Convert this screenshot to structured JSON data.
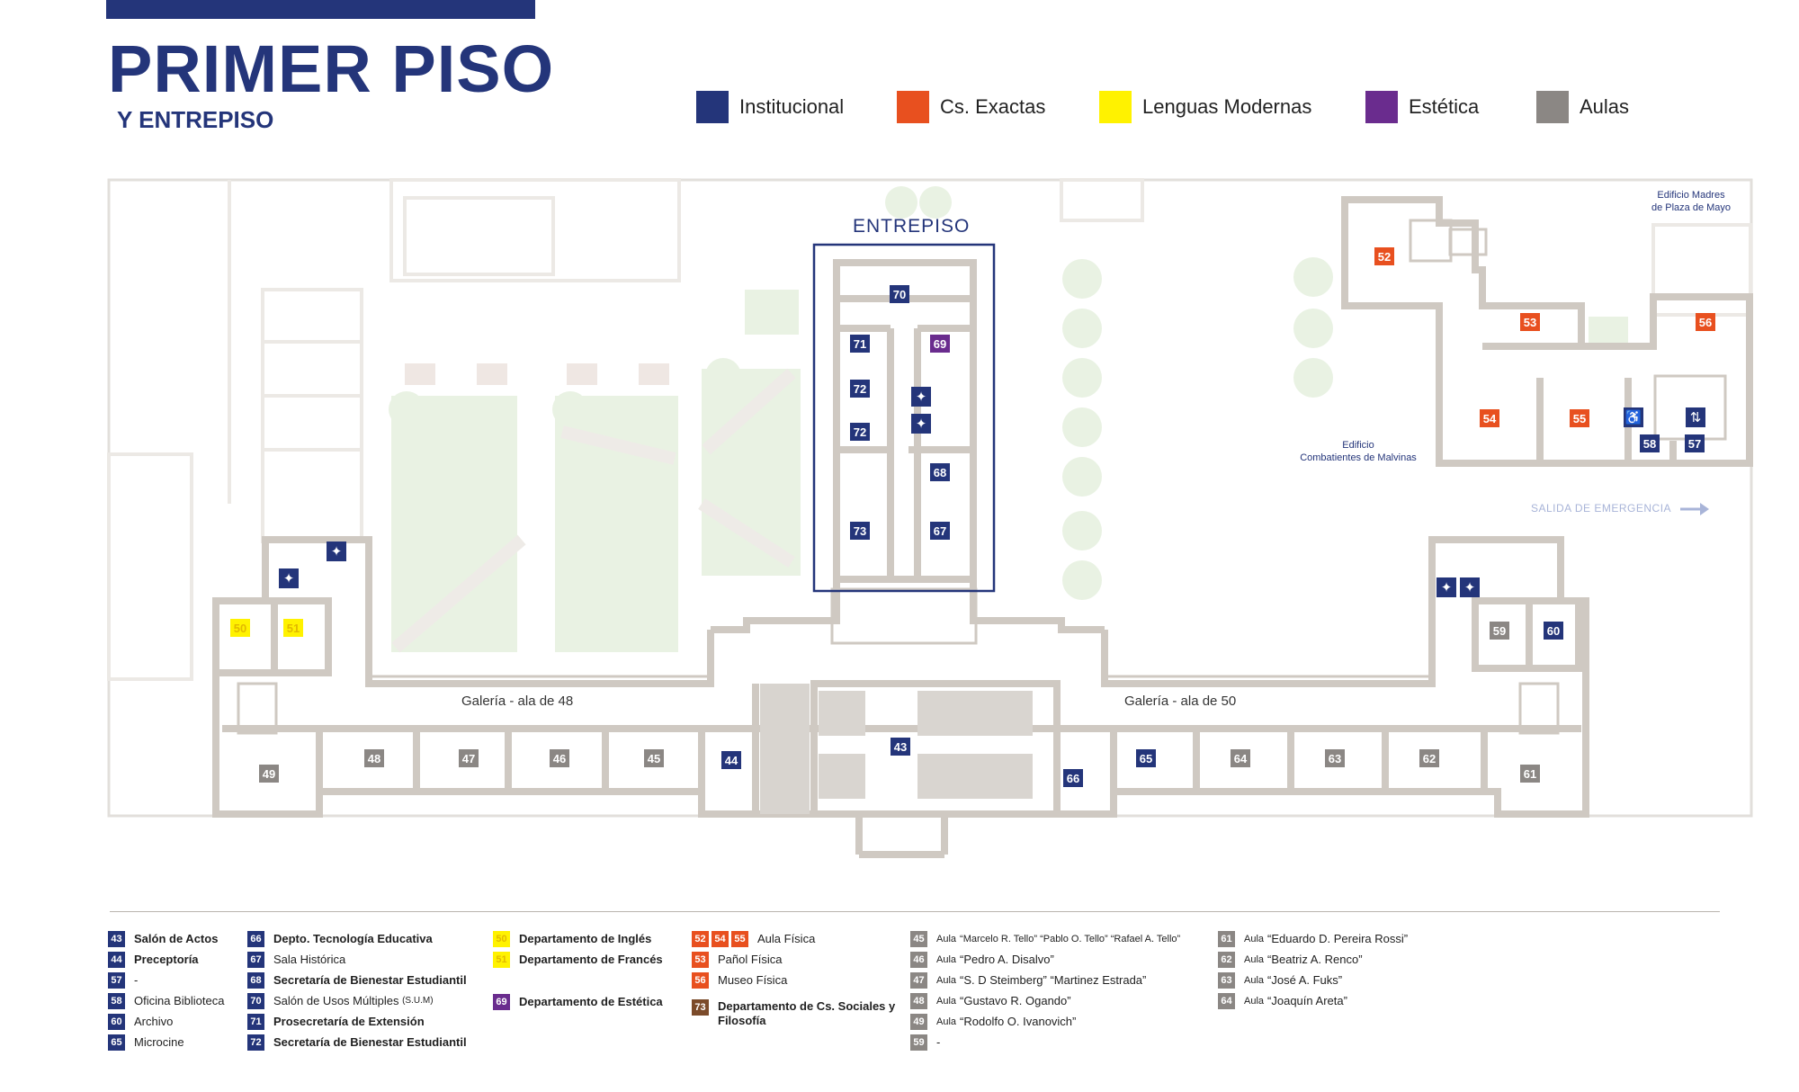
{
  "header": {
    "title": "PRIMER PISO",
    "subtitle": "Y ENTREPISO"
  },
  "legend_top": [
    {
      "label": "Institucional",
      "color": "#24357a"
    },
    {
      "label": "Cs. Exactas",
      "color": "#e8501f"
    },
    {
      "label": "Lenguas Modernas",
      "color": "#fff200"
    },
    {
      "label": "Estética",
      "color": "#6a2c8e"
    },
    {
      "label": "Aulas",
      "color": "#8b8784"
    }
  ],
  "map": {
    "entrepiso_label": "ENTREPISO",
    "gallery_48": "Galería - ala de 48",
    "gallery_50": "Galería - ala de 50",
    "edificio_madres_1": "Edificio Madres",
    "edificio_madres_2": "de Plaza de Mayo",
    "edificio_combatientes_1": "Edificio",
    "edificio_combatientes_2": "Combatientes de Malvinas",
    "salida": "SALIDA DE EMERGENCIA",
    "rooms": {
      "r43": "43",
      "r44": "44",
      "r45": "45",
      "r46": "46",
      "r47": "47",
      "r48": "48",
      "r49": "49",
      "r50": "50",
      "r51": "51",
      "r52": "52",
      "r53": "53",
      "r54": "54",
      "r55": "55",
      "r56": "56",
      "r57": "57",
      "r58": "58",
      "r59": "59",
      "r60": "60",
      "r61": "61",
      "r62": "62",
      "r63": "63",
      "r64": "64",
      "r65": "65",
      "r66": "66",
      "r67": "67",
      "r68": "68",
      "r69": "69",
      "r70": "70",
      "r71": "71",
      "r72a": "72",
      "r72b": "72",
      "r73": "73"
    },
    "icons": {
      "restroom": "restroom-icon",
      "accessible": "wheelchair-icon",
      "elevator": "elevator-icon",
      "exit_arrow": "arrow-right-icon"
    }
  },
  "legend_bottom": {
    "col1": [
      {
        "num": "43",
        "text": "Salón de Actos"
      },
      {
        "num": "44",
        "text": "Preceptoría"
      },
      {
        "num": "57",
        "text": "-"
      },
      {
        "num": "58",
        "text": "Oficina Biblioteca"
      },
      {
        "num": "60",
        "text": "Archivo"
      },
      {
        "num": "65",
        "text": "Microcine"
      }
    ],
    "col2": [
      {
        "num": "66",
        "text": "Depto. Tecnología Educativa"
      },
      {
        "num": "67",
        "text": "Sala Histórica"
      },
      {
        "num": "68",
        "text": "Secretaría de Bienestar Estudiantil"
      },
      {
        "num": "70",
        "text": "Salón de Usos Múltiples",
        "suffix": "(S.U.M)"
      },
      {
        "num": "71",
        "text": "Prosecretaría de Extensión"
      },
      {
        "num": "72",
        "text": "Secretaría de Bienestar Estudiantil"
      }
    ],
    "col3": [
      {
        "num": "50",
        "text": "Departamento de Inglés"
      },
      {
        "num": "51",
        "text": "Departamento de Francés"
      },
      {
        "num": "69",
        "text": "Departamento de Estética"
      }
    ],
    "col4": [
      {
        "nums": [
          "52",
          "54",
          "55"
        ],
        "text": "Aula Física"
      },
      {
        "num": "53",
        "text": "Pañol Física"
      },
      {
        "num": "56",
        "text": "Museo Física"
      },
      {
        "num": "73",
        "text": "Departamento de Cs. Sociales y Filosofía"
      }
    ],
    "aula_prefix": "Aula",
    "col5": [
      {
        "num": "45",
        "text": "“Marcelo R. Tello” “Pablo O. Tello” “Rafael A. Tello”"
      },
      {
        "num": "46",
        "text": "“Pedro A. Disalvo”"
      },
      {
        "num": "47",
        "text": "“S. D Steimberg” “Martinez Estrada”"
      },
      {
        "num": "48",
        "text": "“Gustavo R. Ogando”"
      },
      {
        "num": "49",
        "text": "“Rodolfo O. Ivanovich”"
      },
      {
        "num": "59",
        "text": "-"
      }
    ],
    "col6": [
      {
        "num": "61",
        "text": "“Eduardo D. Pereira Rossi”"
      },
      {
        "num": "62",
        "text": "“Beatriz A. Renco”"
      },
      {
        "num": "63",
        "text": "“José A. Fuks”"
      },
      {
        "num": "64",
        "text": "“Joaquín Areta”"
      }
    ]
  }
}
